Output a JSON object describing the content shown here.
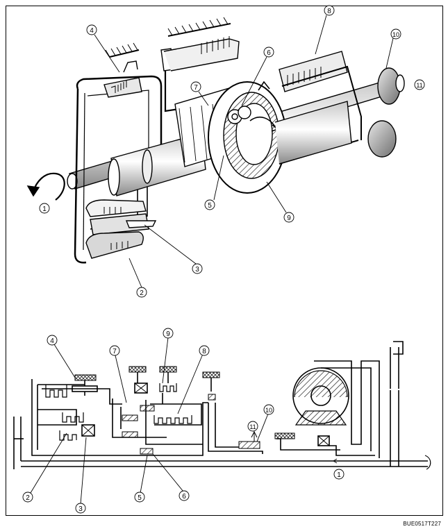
{
  "figure": {
    "code": "BUE0517T227",
    "top_callouts": [
      {
        "id": "c1",
        "label": "1"
      },
      {
        "id": "c2",
        "label": "2"
      },
      {
        "id": "c3",
        "label": "3"
      },
      {
        "id": "c4",
        "label": "4"
      },
      {
        "id": "c5",
        "label": "5"
      },
      {
        "id": "c6",
        "label": "6"
      },
      {
        "id": "c7",
        "label": "7"
      },
      {
        "id": "c8",
        "label": "8"
      },
      {
        "id": "c9",
        "label": "9"
      },
      {
        "id": "c10",
        "label": "10"
      },
      {
        "id": "c11",
        "label": "11"
      }
    ],
    "bottom_callouts": [
      {
        "id": "b1",
        "label": "1"
      },
      {
        "id": "b2",
        "label": "2"
      },
      {
        "id": "b3",
        "label": "3"
      },
      {
        "id": "b4",
        "label": "4"
      },
      {
        "id": "b5",
        "label": "5"
      },
      {
        "id": "b6",
        "label": "6"
      },
      {
        "id": "b7",
        "label": "7"
      },
      {
        "id": "b8",
        "label": "8"
      },
      {
        "id": "b9",
        "label": "9"
      },
      {
        "id": "b10",
        "label": "10"
      },
      {
        "id": "b11",
        "label": "11"
      }
    ]
  }
}
